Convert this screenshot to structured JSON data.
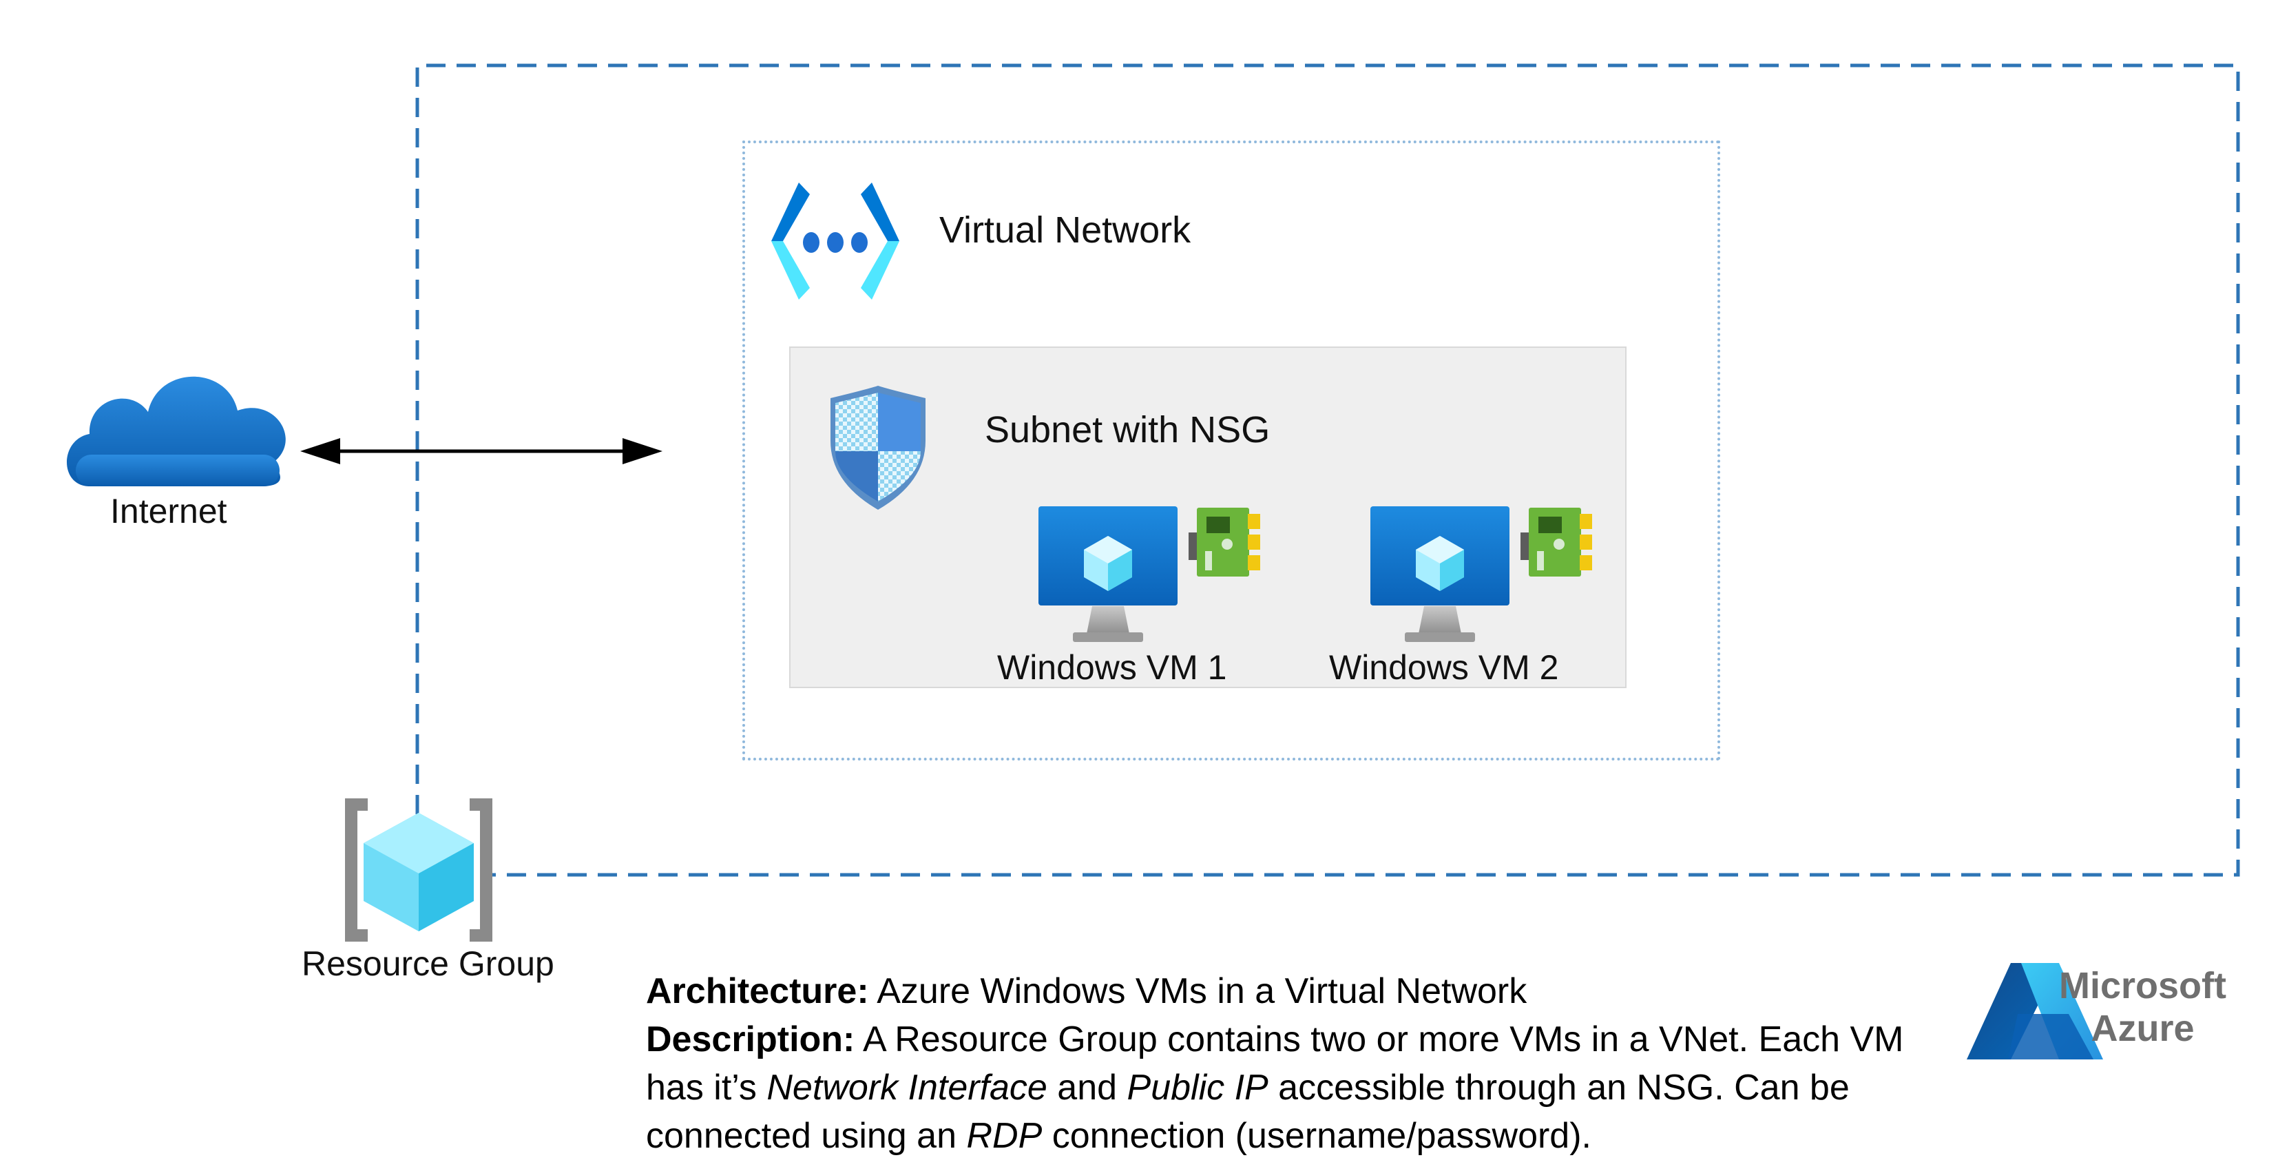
{
  "labels": {
    "virtual_network": "Virtual Network",
    "subnet": "Subnet with NSG",
    "vm1": "Windows VM 1",
    "vm2": "Windows VM 2",
    "internet": "Internet",
    "resource_group": "Resource Group"
  },
  "caption": {
    "architecture_label": "Architecture:",
    "architecture_text": " Azure Windows VMs in a Virtual Network",
    "description_label": "Description:",
    "description_part1": " A Resource Group contains two or more VMs in a VNet. Each VM has it’s ",
    "network_interface": "Network Interface",
    "description_part2": " and ",
    "public_ip": "Public IP",
    "description_part3": " accessible through an NSG. Can be connected using an ",
    "rdp": "RDP",
    "description_part4": " connection (username/password)."
  },
  "logo": {
    "line1": "Microsoft",
    "line2": "Azure"
  },
  "colors": {
    "resource_group_border": "#2e75b6",
    "vnet_border": "#8fb8dc",
    "subnet_fill": "#efefef",
    "azure_blue": "#0078d4",
    "cyan": "#50e6ff"
  },
  "icons": {
    "internet": "cloud-icon",
    "virtual_network": "virtual-network-icon",
    "subnet": "nsg-shield-icon",
    "vm": "virtual-machine-icon",
    "nic": "network-interface-icon",
    "resource_group": "resource-group-icon",
    "logo": "azure-logo-icon"
  }
}
